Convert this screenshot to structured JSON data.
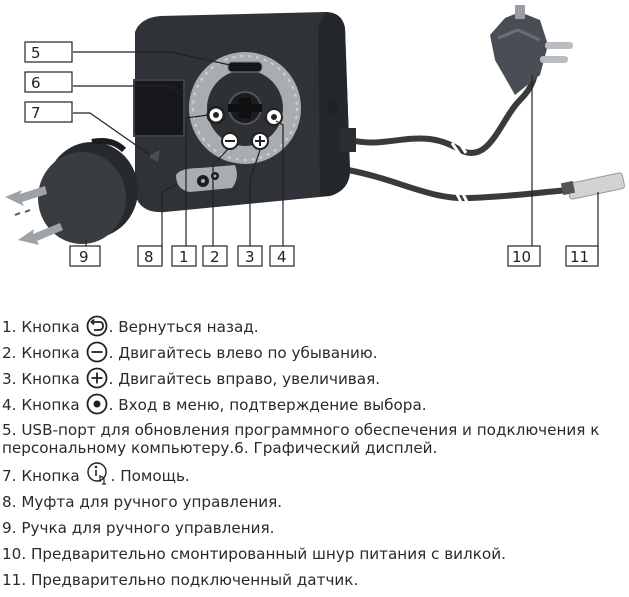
{
  "callouts": {
    "c1": "1",
    "c2": "2",
    "c3": "3",
    "c4": "4",
    "c5": "5",
    "c6": "6",
    "c7": "7",
    "c8": "8",
    "c9": "9",
    "c10": "10",
    "c11": "11"
  },
  "legend": {
    "item1_pre": "1. Кнопка ",
    "item1_post": ". Вернуться назад.",
    "item2_pre": "2. Кнопка ",
    "item2_post": ". Двигайтесь влево по убыванию.",
    "item3_pre": "3. Кнопка ",
    "item3_post": ". Двигайтесь вправо, увеличивая.",
    "item4_pre": "4. Кнопка ",
    "item4_post": ". Вход в меню, подтверждение выбора.",
    "item5": "5. USB-порт для обновления программного обеспечения и подключения к персональному компьютеру.6. Графический дисплей.",
    "item7_pre": "7. Кнопка ",
    "item7_post": ". Помощь.",
    "item8": "8. Муфта для ручного управления.",
    "item9": "9. Ручка для ручного управления.",
    "item10": "10. Предварительно смонтированный шнур питания с вилкой.",
    "item11": "11. Предварительно подключенный датчик."
  },
  "icons": {
    "back": "back-arrow-circle-icon",
    "minus": "minus-circle-icon",
    "plus": "plus-circle-icon",
    "enter": "dot-circle-icon",
    "help": "help-info-touch-icon",
    "gear": "gear-icon",
    "arrows": "arrow-icon"
  },
  "colors": {
    "housing": "#2f3338",
    "ring": "#a9adb2",
    "cable": "#3a3a3a",
    "sensor": "#c9c9c9",
    "text": "#2a2a2a"
  }
}
